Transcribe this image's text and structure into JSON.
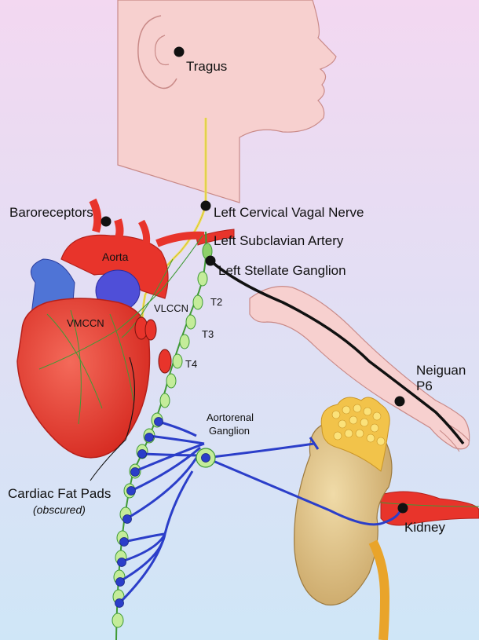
{
  "labels": {
    "tragus": "Tragus",
    "baroreceptors": "Baroreceptors",
    "left_cervical_vagal_nerve": "Left Cervical Vagal Nerve",
    "left_subclavian_artery": "Left Subclavian Artery",
    "left_stellate_ganglion": "Left Stellate Ganglion",
    "aorta": "Aorta",
    "vlccn": "VLCCN",
    "vmccn": "VMCCN",
    "t2": "T2",
    "t3": "T3",
    "t4": "T4",
    "neiguan": "Neiguan",
    "p6": "P6",
    "aortorenal": "Aortorenal",
    "ganglion": "Ganglion",
    "cardiac_fat_pads": "Cardiac Fat Pads",
    "obscured": "(obscured)",
    "kidney": "Kidney"
  },
  "colors": {
    "bg_top": "#f3d8f1",
    "bg_bottom": "#cfe6f7",
    "skin": "#f7d0cf",
    "skin_stroke": "#c98a88",
    "heart": "#e8342b",
    "heart_dark": "#b5201a",
    "vena": "#3f5fd3",
    "vagus": "#f3e35a",
    "nerve_green": "#3f9a35",
    "ganglion_green": "#c4ec9a",
    "sympathetic_blue": "#2b3ec9",
    "kidney": "#e4c68a",
    "adrenal": "#f2c34a",
    "ureter": "#e9a42a",
    "marker": "#111111"
  }
}
